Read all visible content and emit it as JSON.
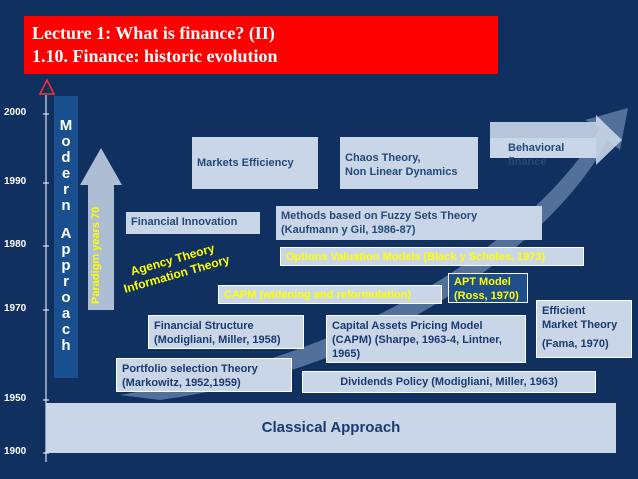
{
  "title": {
    "line1": "Lecture 1: What is finance? (II)",
    "line2": "1.10. Finance: historic evolution"
  },
  "timeline": {
    "years": [
      "2000",
      "1990",
      "1980",
      "1970",
      "1950",
      "1900"
    ]
  },
  "modern_approach": {
    "letters": [
      "M",
      "o",
      "d",
      "e",
      "r",
      "n",
      "",
      "A",
      "p",
      "p",
      "r",
      "o",
      "a",
      "c",
      "h"
    ]
  },
  "paradigm_label": "Paradigm years 70",
  "curve_label": {
    "line1": "Agency Theory",
    "line2": "Information Theory"
  },
  "classical_approach": "Classical Approach",
  "theories": {
    "behavioral": "Behavioral finance",
    "markets_efficiency": "Markets Efficiency",
    "chaos": {
      "line1": "Chaos Theory,",
      "line2": "Non Linear Dynamics"
    },
    "financial_innovation": "Financial Innovation",
    "fuzzy": {
      "line1": "Methods based on Fuzzy Sets Theory",
      "line2": "(Kaufmann y Gil, 1986-87)"
    },
    "options": "Options Valuation Models (Black y Scholes, 1973)",
    "apt": {
      "line1": "APT Model",
      "line2": "(Ross, 1970)"
    },
    "capm_widening": "CAPM (widening and reformulation)",
    "efficient": {
      "line1": "Efficient",
      "line2": "Market Theory",
      "line3": "(Fama, 1970)"
    },
    "financial_structure": {
      "line1": "Financial Structure",
      "line2": "(Modigliani, Miller, 1958)"
    },
    "capm": {
      "line1": "Capital Assets Pricing Model",
      "line2": "(CAPM) (Sharpe, 1963-4, Lintner,",
      "line3": "1965)"
    },
    "portfolio": {
      "line1": "Portfolio selection Theory",
      "line2": "(Markowitz, 1952,1959)"
    },
    "dividends": "Dividends Policy (Modigliani, Miller, 1963)"
  },
  "colors": {
    "background": "#103060",
    "title_bg": "#ff0000",
    "box": "#c9d6e8",
    "highlight": "#ffff00"
  }
}
